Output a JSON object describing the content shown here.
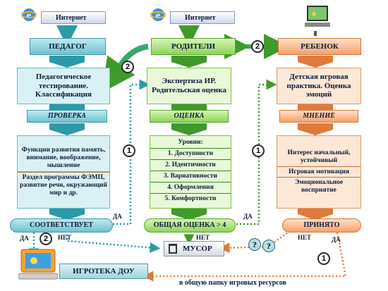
{
  "colors": {
    "teal": "#6ec3cf",
    "green": "#8fd35a",
    "orange": "#f7a06a",
    "arrow_teal": "#2a9aa9",
    "arrow_green": "#3f9a2a",
    "arrow_orange": "#e07a3a"
  },
  "icons": [
    "ie-globe-icon",
    "ie-globe-icon",
    "laptop-icon",
    "computer-game-icon",
    "trash-bin-icon"
  ],
  "columns": {
    "teacher": {
      "internet": "Интернет",
      "title": "ПЕДАГОГ",
      "box1": "Педагогическое тестирование. Классификация",
      "stage": "ПРОВЕРКА",
      "functions": "Функции развития память, внимание, воображение, мышление",
      "program": "Раздел программы ФЭМП, развитие речи, окружающий мир и др.",
      "result": "СООТВЕТСТВУЕТ"
    },
    "parents": {
      "internet": "Интернет",
      "title": "РОДИТЕЛИ",
      "box1": "Экспертиза ИР. Родительская оценка",
      "stage": "ОЦЕНКА",
      "levels_title": "Уровни:",
      "levels": [
        "1. Доступности",
        "2. Идентичности",
        "3. Вариативности",
        "4. Оформления",
        "5. Комфортности"
      ],
      "result": "ОБЩАЯ ОЦЕНКА > 4"
    },
    "child": {
      "title": "РЕБЕНОК",
      "box1": "Детская игровая практика. Оценка эмоций",
      "stage": "МНЕНИЕ",
      "interest": "Интерес начальный, устойчивый",
      "motivation": "Игровая мотивация",
      "emotional": "Эмоциональное восприятие",
      "result": "ПРИНЯТО"
    }
  },
  "labels": {
    "yes": "ДА",
    "no": "НЕТ",
    "trash": "МУСОР",
    "library": "ИГРОТЕКА ДОУ",
    "folder_caption": "в общую папку игровых ресурсов",
    "q1": "?",
    "q2": "?",
    "n1": "1",
    "n2": "2"
  }
}
